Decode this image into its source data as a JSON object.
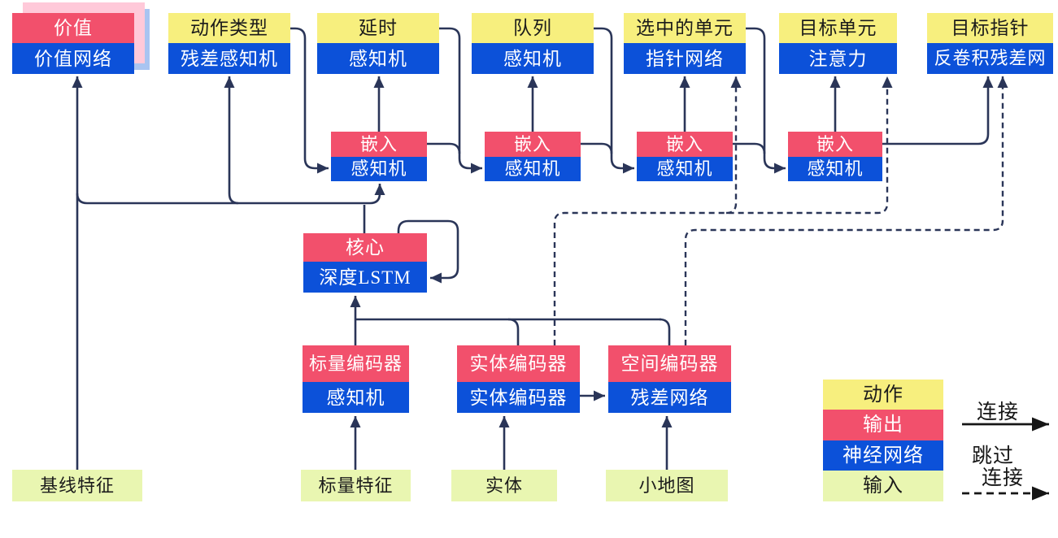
{
  "heads": [
    {
      "top": "价值",
      "bottom": "价值网络"
    },
    {
      "top": "动作类型",
      "bottom": "残差感知机"
    },
    {
      "top": "延时",
      "bottom": "感知机"
    },
    {
      "top": "队列",
      "bottom": "感知机"
    },
    {
      "top": "选中的单元",
      "bottom": "指针网络"
    },
    {
      "top": "目标单元",
      "bottom": "注意力"
    },
    {
      "top": "目标指针",
      "bottom": "反卷积残差网"
    }
  ],
  "embeddings": [
    {
      "top": "嵌入",
      "bottom": "感知机"
    },
    {
      "top": "嵌入",
      "bottom": "感知机"
    },
    {
      "top": "嵌入",
      "bottom": "感知机"
    },
    {
      "top": "嵌入",
      "bottom": "感知机"
    }
  ],
  "core": {
    "top": "核心",
    "bottom": "深度LSTM"
  },
  "encoders": [
    {
      "top": "标量编码器",
      "bottom": "感知机"
    },
    {
      "top": "实体编码器",
      "bottom": "实体编码器"
    },
    {
      "top": "空间编码器",
      "bottom": "残差网络"
    }
  ],
  "inputs": [
    "基线特征",
    "标量特征",
    "实体",
    "小地图"
  ],
  "legend": {
    "items": [
      {
        "label": "动作",
        "color": "#F7EF7E"
      },
      {
        "label": "输出",
        "color": "#F2506C"
      },
      {
        "label": "神经网络",
        "color": "#0C51D9"
      },
      {
        "label": "输入",
        "color": "#E9F6B1"
      }
    ],
    "solid_arrow_label": "连接",
    "dashed_arrow_label_line1": "跳过",
    "dashed_arrow_label_line2": "连接"
  },
  "colors": {
    "action_yellow": "#F7EF7E",
    "output_red": "#F2506C",
    "network_blue": "#0C51D9",
    "input_green": "#E9F6B1",
    "connector_navy": "#2A3558",
    "legend_arrow_black": "#161616",
    "value_stack_pink": "#FFC9D9",
    "value_stack_blue": "#A9C4F1"
  }
}
